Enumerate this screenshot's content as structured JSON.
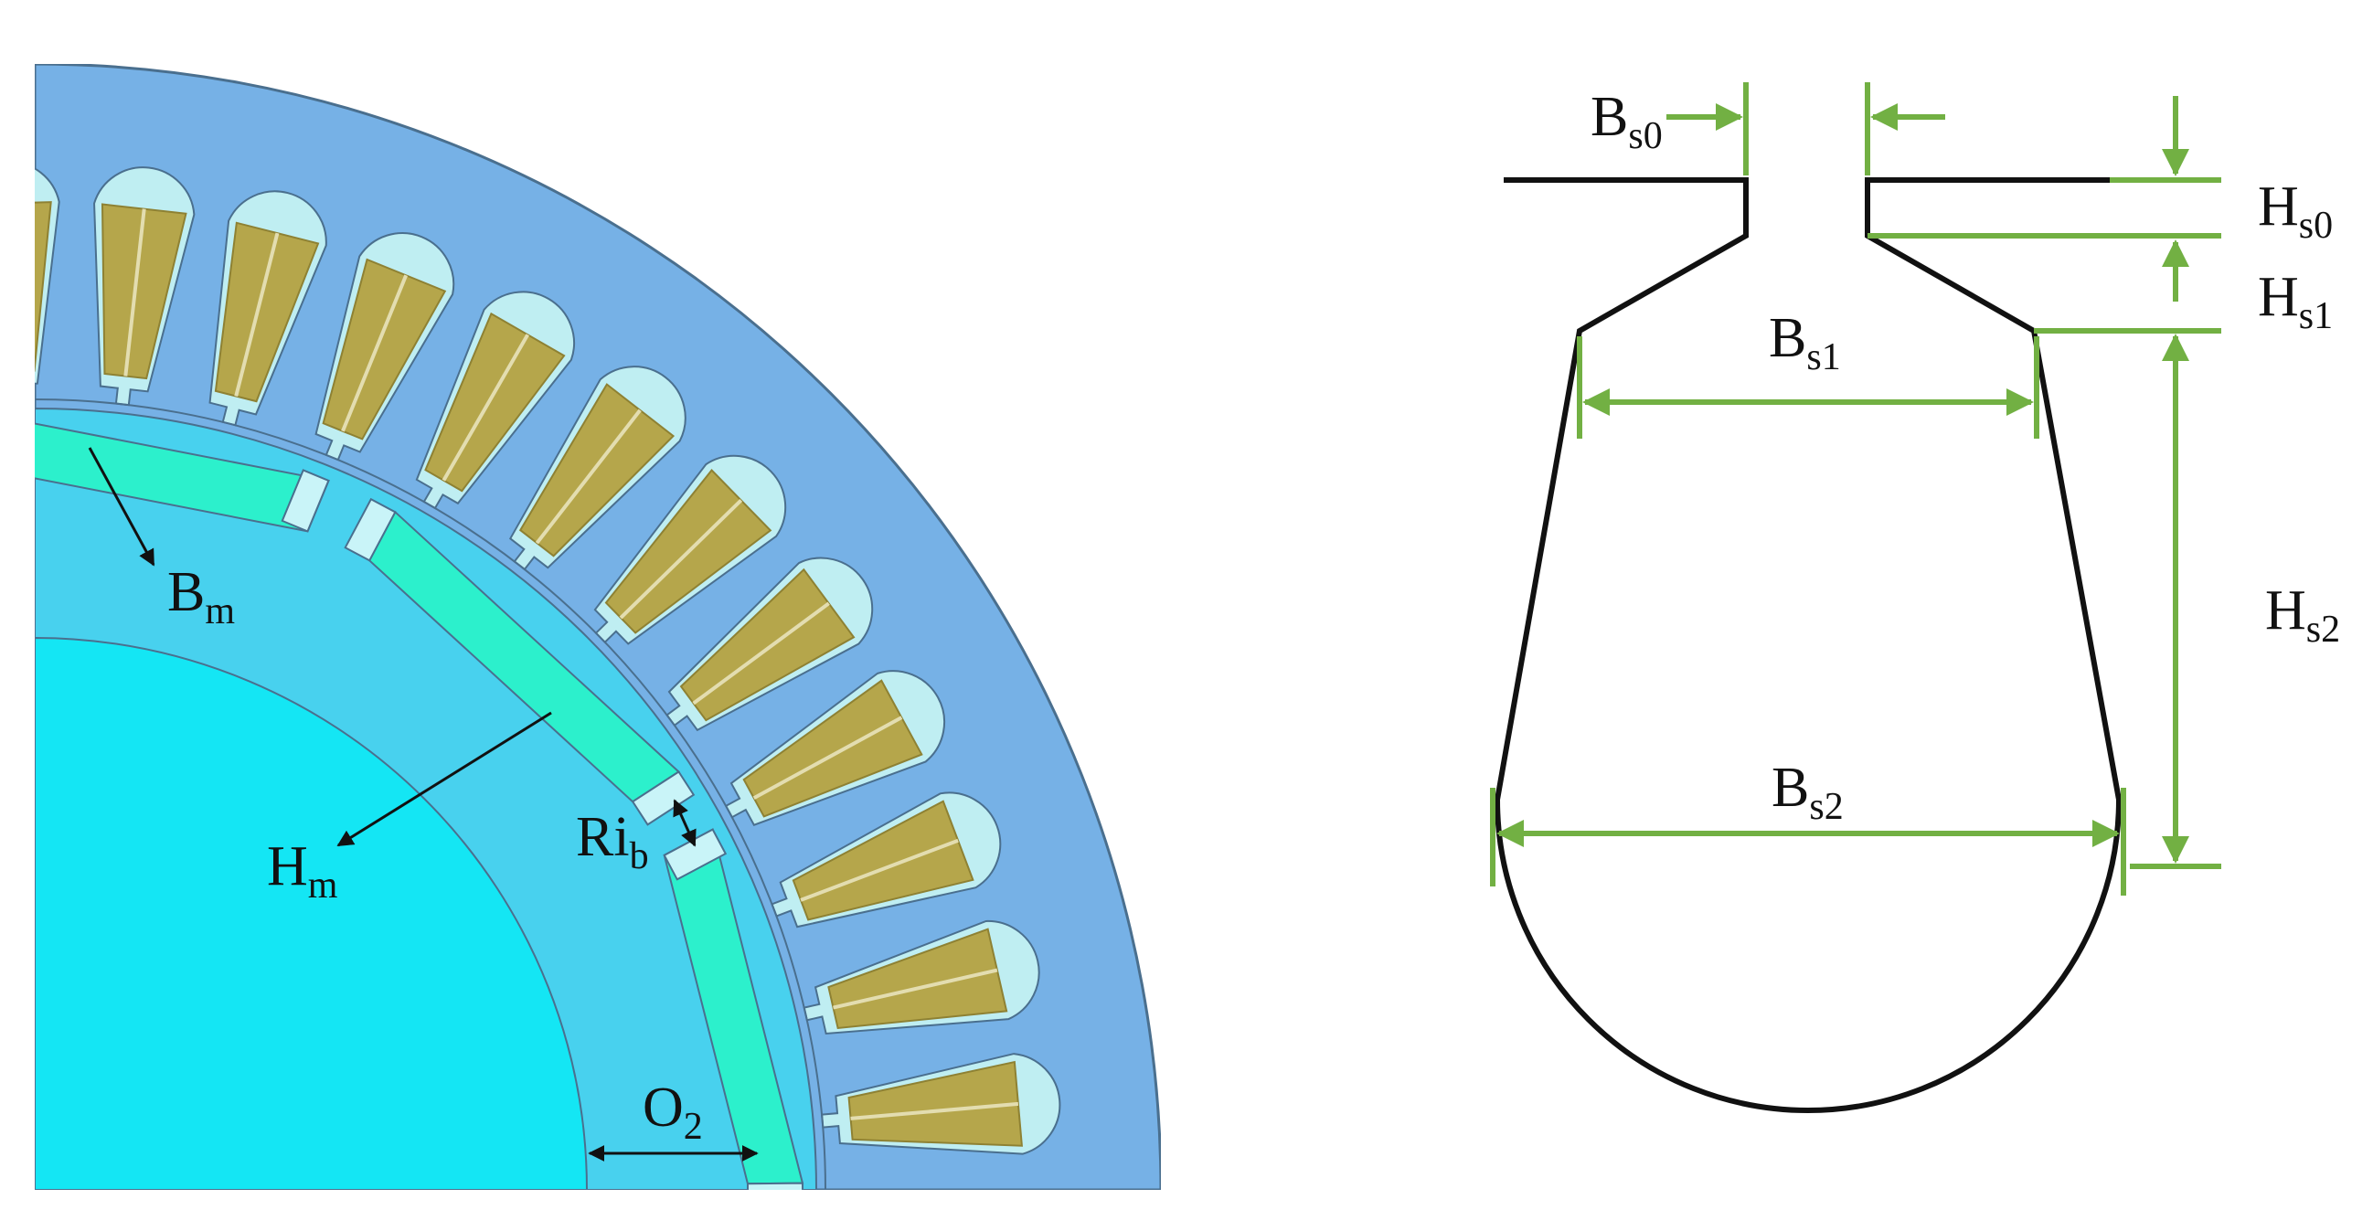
{
  "motor_cross_section": {
    "slot_count": 12,
    "labels": {
      "bm": {
        "main": "B",
        "sub": "m"
      },
      "hm": {
        "main": "H",
        "sub": "m"
      },
      "rib": {
        "main": "Ri",
        "sub": "b"
      },
      "o2": {
        "main": "O",
        "sub": "2"
      }
    },
    "colors": {
      "stator": "#76b1e6",
      "slot_liner": "#bfeef2",
      "winding": "#b5a64b",
      "rotor_ring": "#48d1ee",
      "shaft": "#14e6f4",
      "magnet": "#2cf0cc",
      "outline": "#4a6f8e"
    }
  },
  "slot_geometry": {
    "labels": {
      "bs0": {
        "main": "B",
        "sub": "s0"
      },
      "hs0": {
        "main": "H",
        "sub": "s0"
      },
      "hs1": {
        "main": "H",
        "sub": "s1"
      },
      "bs1": {
        "main": "B",
        "sub": "s1"
      },
      "hs2": {
        "main": "H",
        "sub": "s2"
      },
      "bs2": {
        "main": "B",
        "sub": "s2"
      }
    },
    "colors": {
      "outline": "#111111",
      "dimension": "#72b043"
    }
  }
}
